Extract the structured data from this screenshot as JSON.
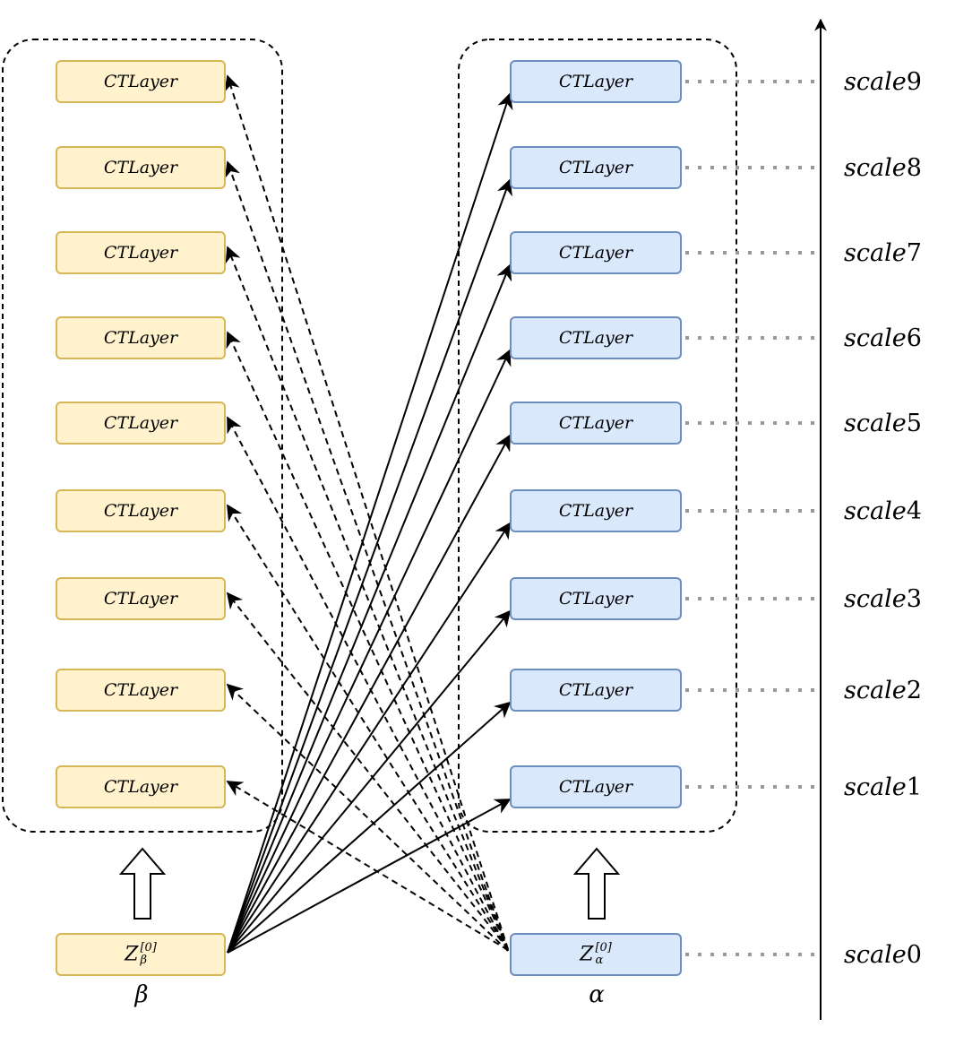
{
  "layer_label": "CTLayer",
  "beta_input": {
    "base": "Z",
    "superscript": "[0]",
    "subscript": "β"
  },
  "alpha_input": {
    "base": "Z",
    "superscript": "[0]",
    "subscript": "α"
  },
  "beta_caption": "β",
  "alpha_caption": "α",
  "scales": [
    {
      "word": "scale",
      "num": "0"
    },
    {
      "word": "scale",
      "num": "1"
    },
    {
      "word": "scale",
      "num": "2"
    },
    {
      "word": "scale",
      "num": "3"
    },
    {
      "word": "scale",
      "num": "4"
    },
    {
      "word": "scale",
      "num": "5"
    },
    {
      "word": "scale",
      "num": "6"
    },
    {
      "word": "scale",
      "num": "7"
    },
    {
      "word": "scale",
      "num": "8"
    },
    {
      "word": "scale",
      "num": "9"
    }
  ],
  "colors": {
    "beta_fill": "#fff2cc",
    "beta_stroke": "#d6b656",
    "alpha_fill": "#dae8fc",
    "alpha_stroke": "#6c8ebf",
    "dotted_line": "#999999",
    "arrow": "#000000"
  }
}
